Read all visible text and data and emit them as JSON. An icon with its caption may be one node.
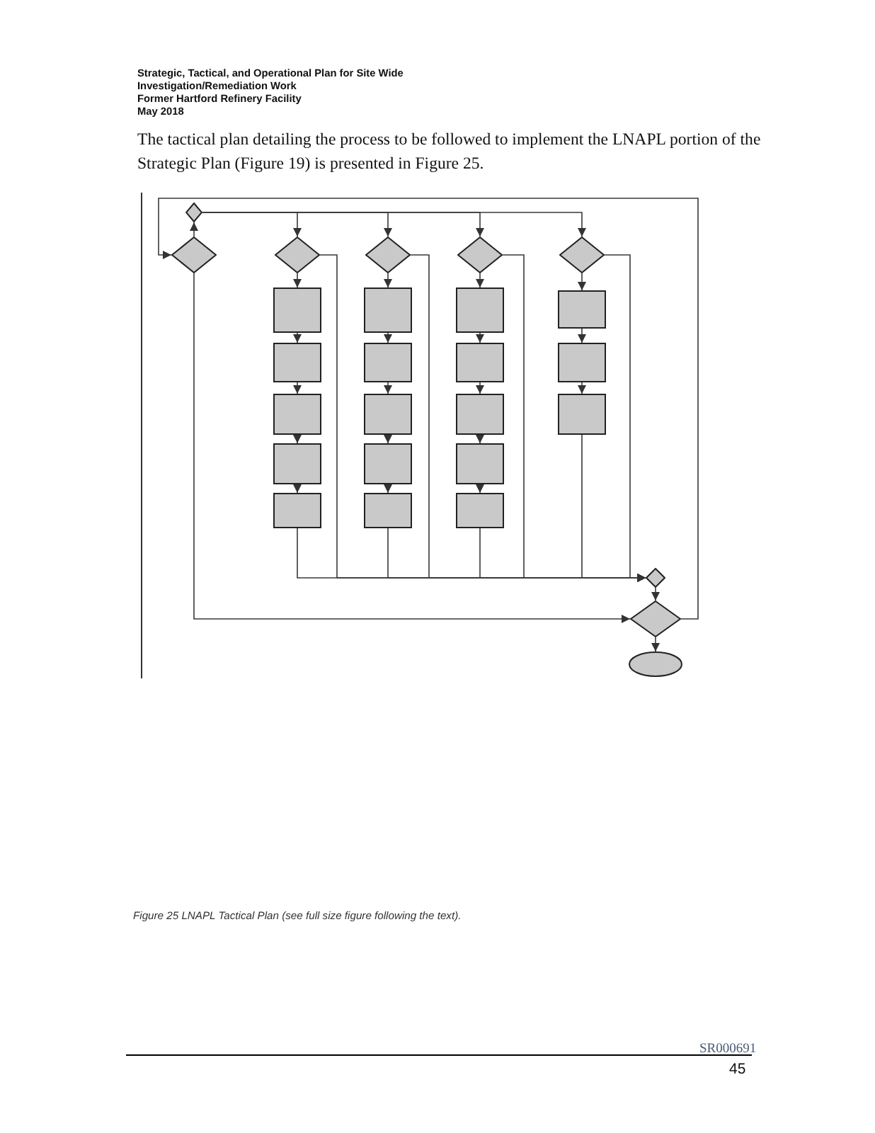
{
  "diagram": {
    "caption": "Figure 25 LNAPL Tactical Plan (see full size figure following the text).",
    "nodes": [
      {
        "text": [],
        "shape": "diamond"
      },
      {
        "text": [],
        "shape": "diamond"
      },
      {
        "text": [],
        "shape": "diamond"
      },
      {
        "text": [],
        "shape": "diamond"
      },
      {
        "text": [],
        "shape": "diamond"
      },
      {
        "text": [],
        "shape": "diamond"
      },
      {
        "text": [],
        "shape": "box"
      },
      {
        "text": [],
        "shape": "box"
      },
      {
        "text": [],
        "shape": "box"
      },
      {
        "text": [],
        "shape": "box"
      },
      {
        "text": [],
        "shape": "box"
      },
      {
        "text": [],
        "shape": "box"
      },
      {
        "text": [],
        "shape": "box"
      },
      {
        "text": [],
        "shape": "box"
      },
      {
        "text": [],
        "shape": "box"
      },
      {
        "text": [],
        "shape": "box"
      },
      {
        "text": [],
        "shape": "box"
      },
      {
        "text": [],
        "shape": "box"
      },
      {
        "text": [],
        "shape": "box"
      },
      {
        "text": [],
        "shape": "box"
      },
      {
        "text": [],
        "shape": "box"
      },
      {
        "text": [],
        "shape": "box"
      },
      {
        "text": [],
        "shape": "box"
      },
      {
        "text": [],
        "shape": "box"
      },
      {
        "text": [],
        "shape": "diamond"
      },
      {
        "text": [],
        "shape": "diamond"
      },
      {
        "text": [],
        "shape": "oval"
      }
    ],
    "edges": [
      {
        "from": 1,
        "to": 0,
        "arrow": "to"
      },
      {
        "from": 0,
        "to": 2,
        "arrow": "to"
      },
      {
        "from": 0,
        "to": 3,
        "arrow": "to"
      },
      {
        "from": 0,
        "to": 4,
        "arrow": "to"
      },
      {
        "from": 0,
        "to": 5,
        "arrow": "to"
      },
      {
        "from": 2,
        "to": 6,
        "arrow": "to"
      },
      {
        "from": 6,
        "to": 7,
        "arrow": "to"
      },
      {
        "from": 7,
        "to": 8,
        "arrow": "to"
      },
      {
        "from": 8,
        "to": 9,
        "arrow": "to"
      },
      {
        "from": 9,
        "to": 10,
        "arrow": "to"
      },
      {
        "from": 10,
        "to": 24,
        "arrow": "to"
      },
      {
        "from": 3,
        "to": 11,
        "arrow": "to"
      },
      {
        "from": 11,
        "to": 12,
        "arrow": "to"
      },
      {
        "from": 12,
        "to": 13,
        "arrow": "to"
      },
      {
        "from": 13,
        "to": 14,
        "arrow": "to"
      },
      {
        "from": 14,
        "to": 15,
        "arrow": "to"
      },
      {
        "from": 15,
        "to": 24,
        "arrow": "to"
      },
      {
        "from": 4,
        "to": 16,
        "arrow": "to"
      },
      {
        "from": 16,
        "to": 17,
        "arrow": "to"
      },
      {
        "from": 17,
        "to": 18,
        "arrow": "to"
      },
      {
        "from": 18,
        "to": 19,
        "arrow": "to"
      },
      {
        "from": 19,
        "to": 20,
        "arrow": "to"
      },
      {
        "from": 20,
        "to": 24,
        "arrow": "to"
      },
      {
        "from": 5,
        "to": 21,
        "arrow": "to"
      },
      {
        "from": 21,
        "to": 22,
        "arrow": "to"
      },
      {
        "from": 22,
        "to": 23,
        "arrow": "to"
      },
      {
        "from": 23,
        "to": 24,
        "arrow": "to"
      },
      {
        "from": 2,
        "to": 24,
        "arrow": "to"
      },
      {
        "from": 3,
        "to": 24,
        "arrow": "to"
      },
      {
        "from": 4,
        "to": 24,
        "arrow": "to"
      },
      {
        "from": 5,
        "to": 24,
        "arrow": "to"
      },
      {
        "from": 1,
        "to": 25,
        "arrow": "to"
      },
      {
        "from": 24,
        "to": 25,
        "arrow": "to"
      },
      {
        "from": 25,
        "to": 26,
        "arrow": "to"
      },
      {
        "from": 25,
        "to": 1,
        "arrow": "to"
      }
    ],
    "labels": [
      "Strategic, Tactical, and Operational Plan for Site Wide",
      "Investigation/Remediation Work",
      "Former Hartford Refinery Facility",
      "May 2018",
      "The tactical plan detailing the process to be followed to implement the LNAPL portion of the Strategic Plan (Figure 19) is presented in Figure 25.",
      "SR000691",
      "45"
    ]
  }
}
